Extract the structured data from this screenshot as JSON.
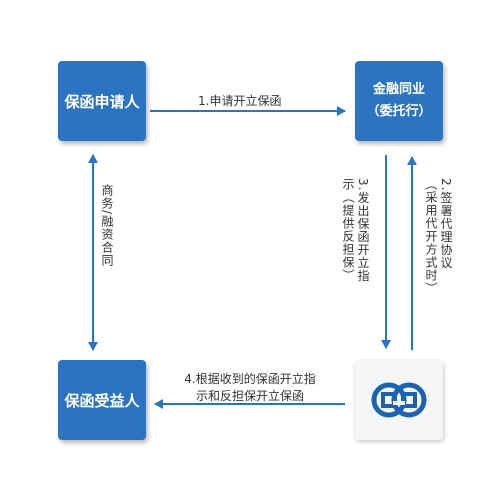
{
  "nodes": {
    "applicant": "保函申请人",
    "bank_line1": "金融同业",
    "bank_line2": "（委托行）",
    "beneficiary": "保函受益人"
  },
  "edges": {
    "step1": "1.申请开立保函",
    "business_contract": "商务/融资合同",
    "step2_line1": "2.签署代理协议",
    "step2_line2": "（采用代开方式时）",
    "step3_line1": "3.发出保函开立指",
    "step3_line2": "示（提供反担保）",
    "step4_line1": "4.根据收到的保函开立指",
    "step4_line2": "示和反担保开立保函"
  },
  "colors": {
    "box": "#2b74c2",
    "arrow": "#2b74c2",
    "logo": "#1d63b0"
  },
  "icons": {
    "logo": "bank-logo-icon"
  }
}
